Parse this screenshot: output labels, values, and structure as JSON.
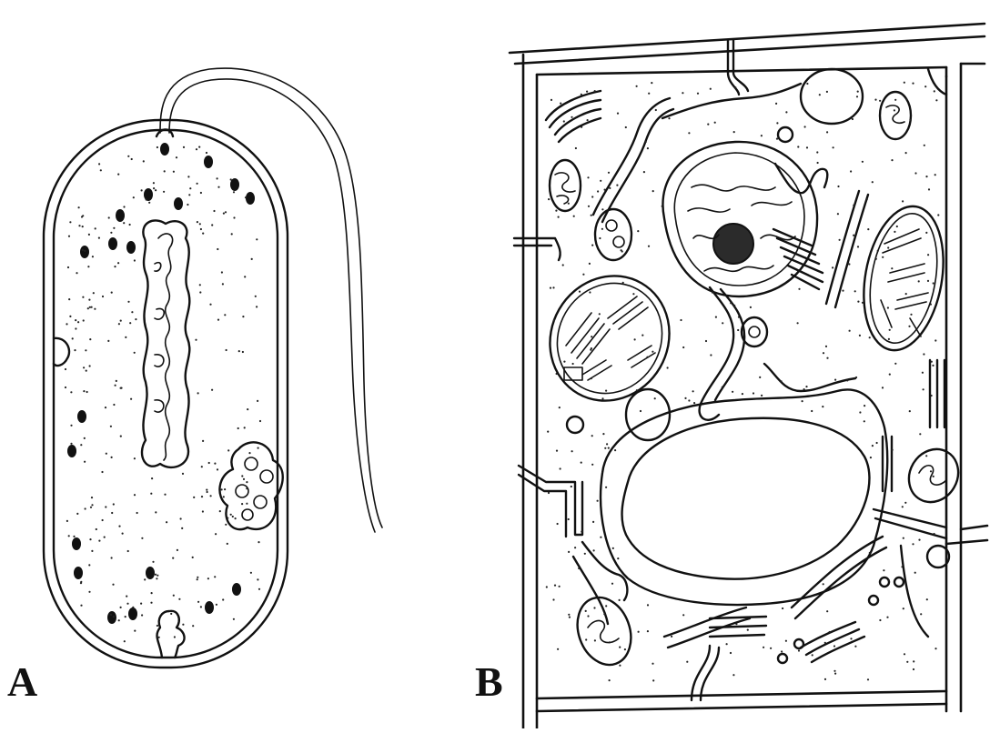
{
  "panels": [
    {
      "id": "A",
      "label": "A",
      "subject": "prokaryotic-cell"
    },
    {
      "id": "B",
      "label": "B",
      "subject": "plant-cell"
    }
  ],
  "colors": {
    "ink": "#111111",
    "background": "#ffffff"
  }
}
